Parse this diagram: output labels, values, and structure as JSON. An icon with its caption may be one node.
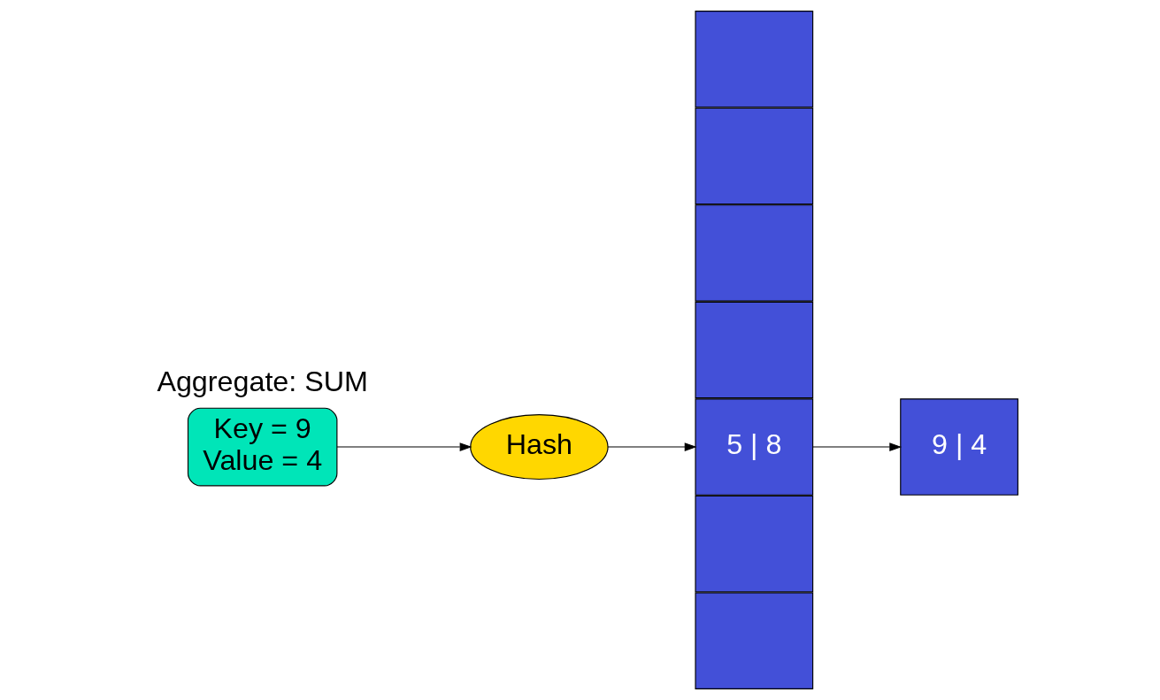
{
  "diagram": {
    "nodes": [
      {
        "text": [
          "Key = 9",
          "Value = 4"
        ]
      },
      {
        "text": [
          "Hash"
        ]
      },
      {
        "text": [],
        "shape": "box"
      },
      {
        "text": [],
        "shape": "box"
      },
      {
        "text": [],
        "shape": "box"
      },
      {
        "text": [],
        "shape": "box"
      },
      {
        "text": [
          "5 | 8"
        ]
      },
      {
        "text": [],
        "shape": "box"
      },
      {
        "text": [],
        "shape": "box"
      },
      {
        "text": [
          "9 | 4"
        ]
      }
    ],
    "edges": [
      {
        "from": 0,
        "to": 1,
        "arrow": "to"
      },
      {
        "from": 1,
        "to": 6,
        "arrow": "to"
      },
      {
        "from": 6,
        "to": 9,
        "arrow": "to"
      }
    ],
    "labels": [
      "Aggregate: SUM"
    ]
  }
}
